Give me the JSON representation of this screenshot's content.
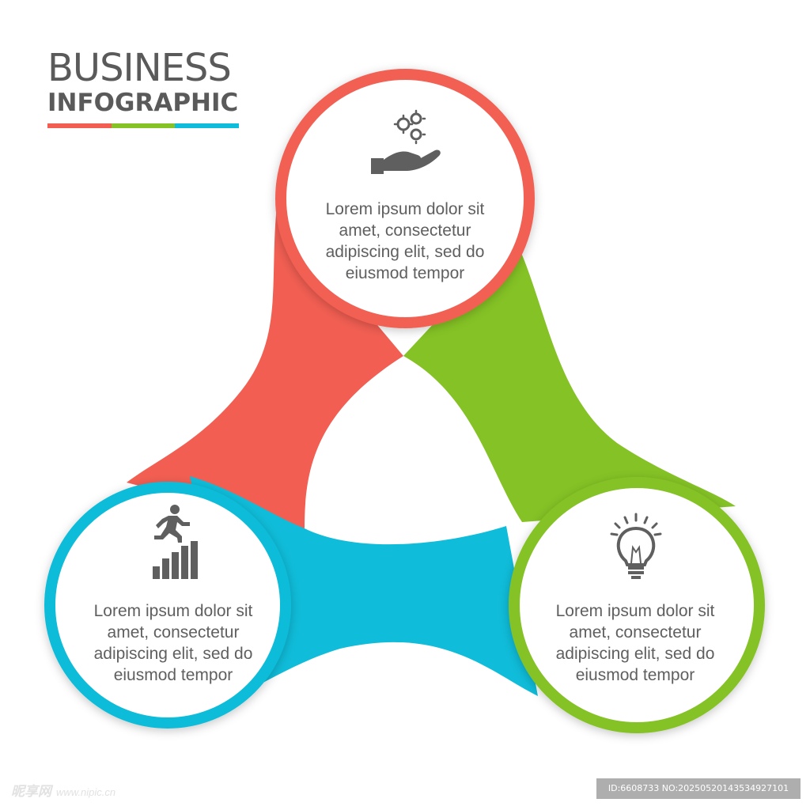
{
  "title": {
    "line1": "BUSINESS",
    "line2": "INFOGRAPHIC"
  },
  "colors": {
    "red": "#f25e52",
    "green": "#84c225",
    "blue": "#0fbcd9",
    "text": "#5f5f5f"
  },
  "nodes": [
    {
      "id": "top",
      "color": "red",
      "icon": "hand-gears-icon",
      "text_lines": [
        "Lorem ipsum dolor sit",
        "amet, consectetur",
        "adipiscing elit, sed do",
        "eiusmod tempor"
      ]
    },
    {
      "id": "left",
      "color": "blue",
      "icon": "runner-stairs-chart-icon",
      "text_lines": [
        "Lorem ipsum dolor sit",
        "amet, consectetur",
        "adipiscing elit, sed do",
        "eiusmod tempor"
      ]
    },
    {
      "id": "right",
      "color": "green",
      "icon": "lightbulb-icon",
      "text_lines": [
        "Lorem ipsum dolor sit",
        "amet, consectetur",
        "adipiscing elit, sed do",
        "eiusmod tempor"
      ]
    }
  ],
  "watermark": {
    "left_cn": "昵享网",
    "left_domain": "www.nipic.cn",
    "right_id": "ID:6608733 NO:20250520143534927101"
  }
}
